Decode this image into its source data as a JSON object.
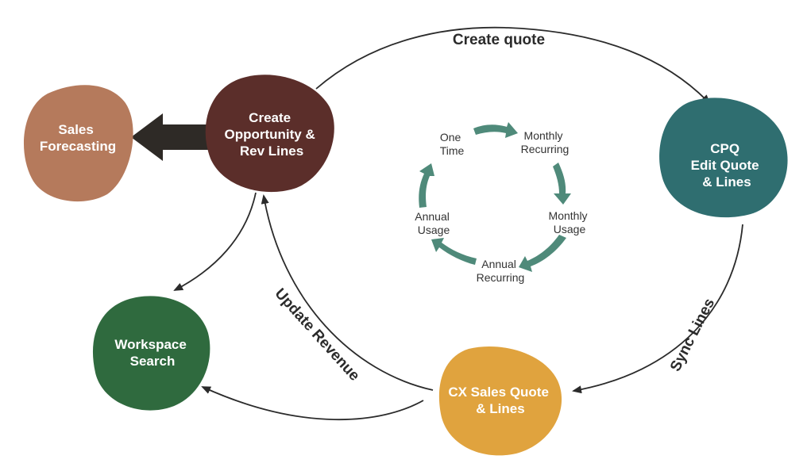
{
  "nodes": {
    "sales_forecasting": {
      "lines": [
        "Sales",
        "Forecasting"
      ],
      "color": "#b57a5c"
    },
    "create_opportunity": {
      "lines": [
        "Create",
        "Opportunity &",
        "Rev Lines"
      ],
      "color": "#5b2e2a"
    },
    "cpq": {
      "lines": [
        "CPQ",
        "Edit Quote",
        "& Lines"
      ],
      "color": "#2f6e70"
    },
    "workspace_search": {
      "lines": [
        "Workspace",
        "Search"
      ],
      "color": "#2f6a3e"
    },
    "cx_sales_quote": {
      "lines": [
        "CX Sales Quote",
        "& Lines"
      ],
      "color": "#e0a33e"
    }
  },
  "edges": {
    "create_quote": "Create quote",
    "sync_lines": "Sync Lines",
    "update_revenue": "Update Revenue"
  },
  "cycle": {
    "color": "#4f8a7a",
    "one_time": [
      "One",
      "Time"
    ],
    "monthly_recurring": [
      "Monthly",
      "Recurring"
    ],
    "monthly_usage": [
      "Monthly",
      "Usage"
    ],
    "annual_recurring": [
      "Annual",
      "Recurring"
    ],
    "annual_usage": [
      "Annual",
      "Usage"
    ]
  },
  "big_arrow_color": "#2e2a26"
}
